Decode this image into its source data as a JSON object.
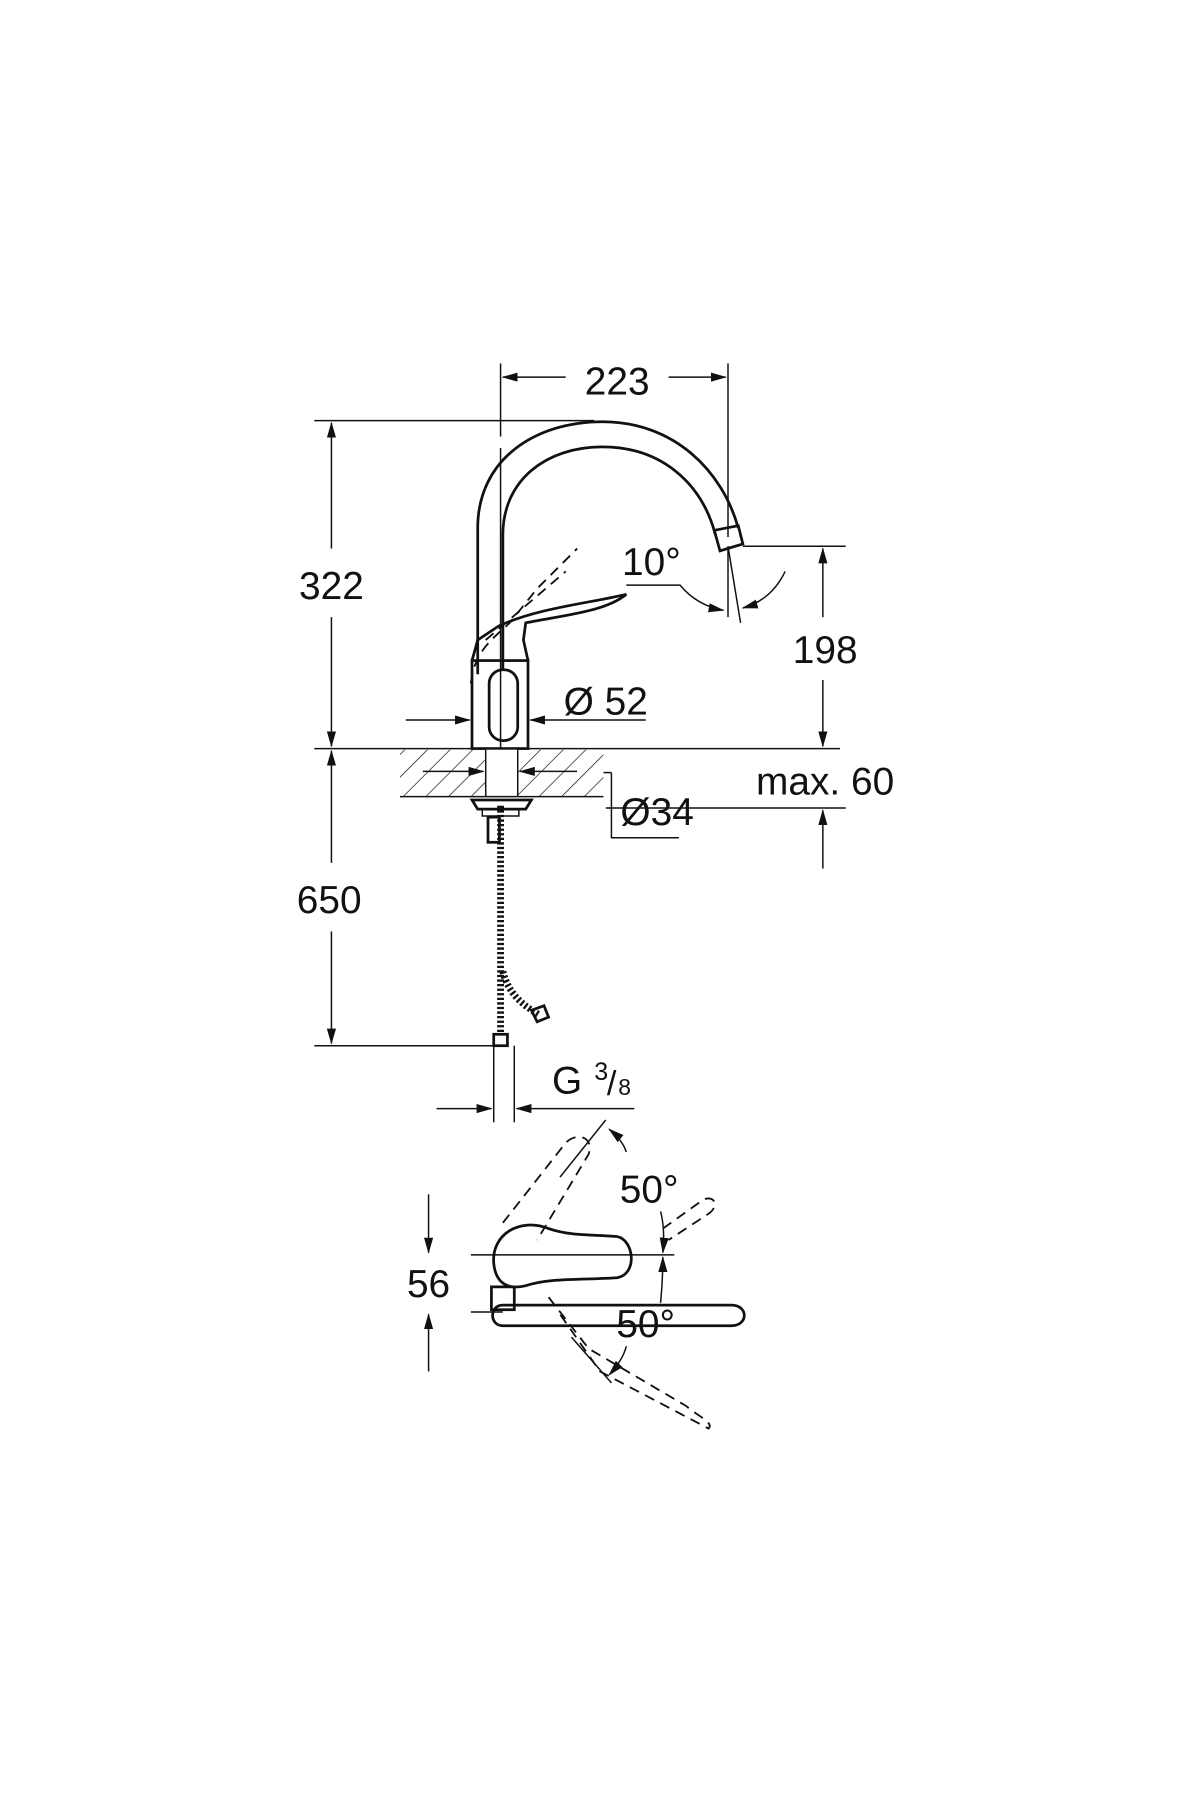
{
  "drawing": {
    "title": "Kitchen mixer tap dimension drawing",
    "dimensions": {
      "spout_reach": "223",
      "total_height": "322",
      "outlet_height": "198",
      "body_diameter": "Ø 52",
      "mounting_hole": "Ø34",
      "max_deck_thickness": "max. 60",
      "hose_length": "650",
      "thread": "G",
      "thread_num": "3",
      "thread_den": "8",
      "spout_tilt": "10°",
      "lever_height": "56",
      "lever_angle_up": "50°",
      "lever_angle_down": "50°"
    },
    "colors": {
      "line": "#111111",
      "background": "#ffffff"
    }
  }
}
